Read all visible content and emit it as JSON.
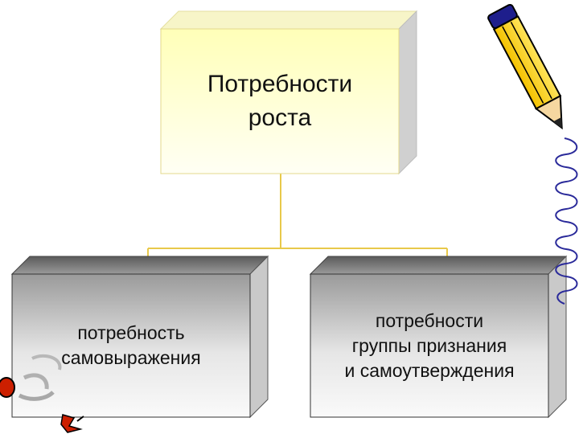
{
  "diagram": {
    "top_box": {
      "label": "Потребности\nроста",
      "color": "#FFFFE0"
    },
    "left_box": {
      "label": "потребность\nсамовыражения"
    },
    "right_box": {
      "label": "потребности\nгруппы признания\nи самоутверждения"
    },
    "connector_color": "#E8C94A"
  },
  "decorations": {
    "pencil_icon": "pencil-icon",
    "spiral_icon": "spiral-icon",
    "clipart_icon": "bug-clipart-icon"
  }
}
